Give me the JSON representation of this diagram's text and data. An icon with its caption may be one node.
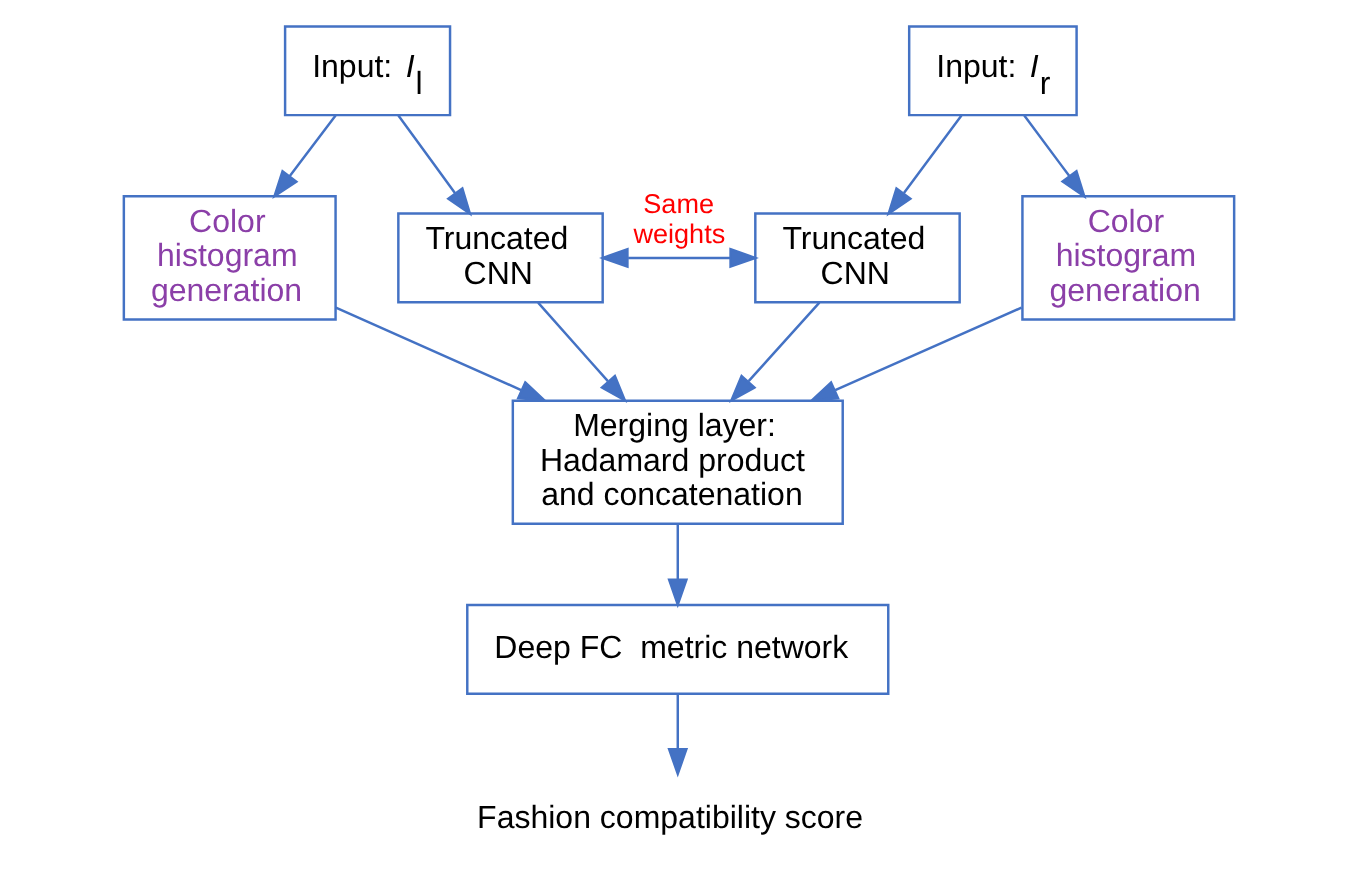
{
  "diagram": {
    "nodes": [
      {
        "text": [
          "Input: *I*$_{l}$"
        ]
      },
      {
        "text": [
          "Color histogram generation"
        ]
      },
      {
        "text": [
          "Truncated CNN"
        ]
      },
      {
        "text": [
          "Input: *I*$_{r}$"
        ]
      },
      {
        "text": [
          "Truncated CNN"
        ]
      },
      {
        "text": [
          "Color histogram generation"
        ]
      },
      {
        "text": [
          "Merging layer: Hadamard product and concatenation"
        ]
      },
      {
        "text": [
          "Deep FC  metric network"
        ]
      },
      {
        "text": [
          "Fashion compatibility score"
        ]
      }
    ],
    "edges": [
      {
        "from": 0,
        "to": 1,
        "arrow": "to"
      },
      {
        "from": 0,
        "to": 2,
        "arrow": "to"
      },
      {
        "from": 3,
        "to": 4,
        "arrow": "to"
      },
      {
        "from": 3,
        "to": 5,
        "arrow": "to"
      },
      {
        "from": 2,
        "to": 4,
        "arrow": "both",
        "label": "Same weights"
      },
      {
        "from": 1,
        "to": 6,
        "arrow": "to"
      },
      {
        "from": 2,
        "to": 6,
        "arrow": "to"
      },
      {
        "from": 4,
        "to": 6,
        "arrow": "to"
      },
      {
        "from": 5,
        "to": 6,
        "arrow": "to"
      },
      {
        "from": 6,
        "to": 7,
        "arrow": "to"
      },
      {
        "from": 7,
        "to": 8,
        "arrow": "to"
      }
    ]
  }
}
